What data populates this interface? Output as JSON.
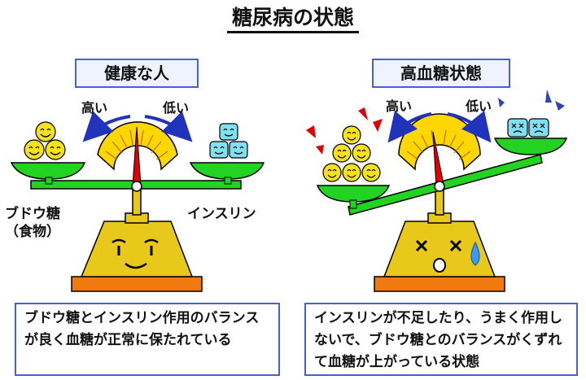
{
  "title": "糖尿病の状態",
  "left": {
    "label": "健康な人",
    "arrow_high": "高い",
    "arrow_low": "低い",
    "glucose_label_line1": "ブドウ糖",
    "glucose_label_line2": "（食物）",
    "insulin_label": "インスリン",
    "description": "ブドウ糖とインスリン作用のバランスが良く血糖が正常に保たれている"
  },
  "right": {
    "label": "高血糖状態",
    "arrow_high": "高い",
    "arrow_low": "低い",
    "description": "インスリンが不足したり、うまく作用しないで、ブドウ糖とのバランスがくずれて血糖が上がっている状態"
  },
  "colors": {
    "beam": "#22d322",
    "base": "#e8c81a",
    "base_bottom": "#f07a10",
    "gauge": "#ffd700",
    "needle": "#e00000",
    "glucose": "#f5e21c",
    "insulin": "#7fe0f0",
    "arrow": "#2233bb",
    "frame": "#4a5fd0"
  }
}
